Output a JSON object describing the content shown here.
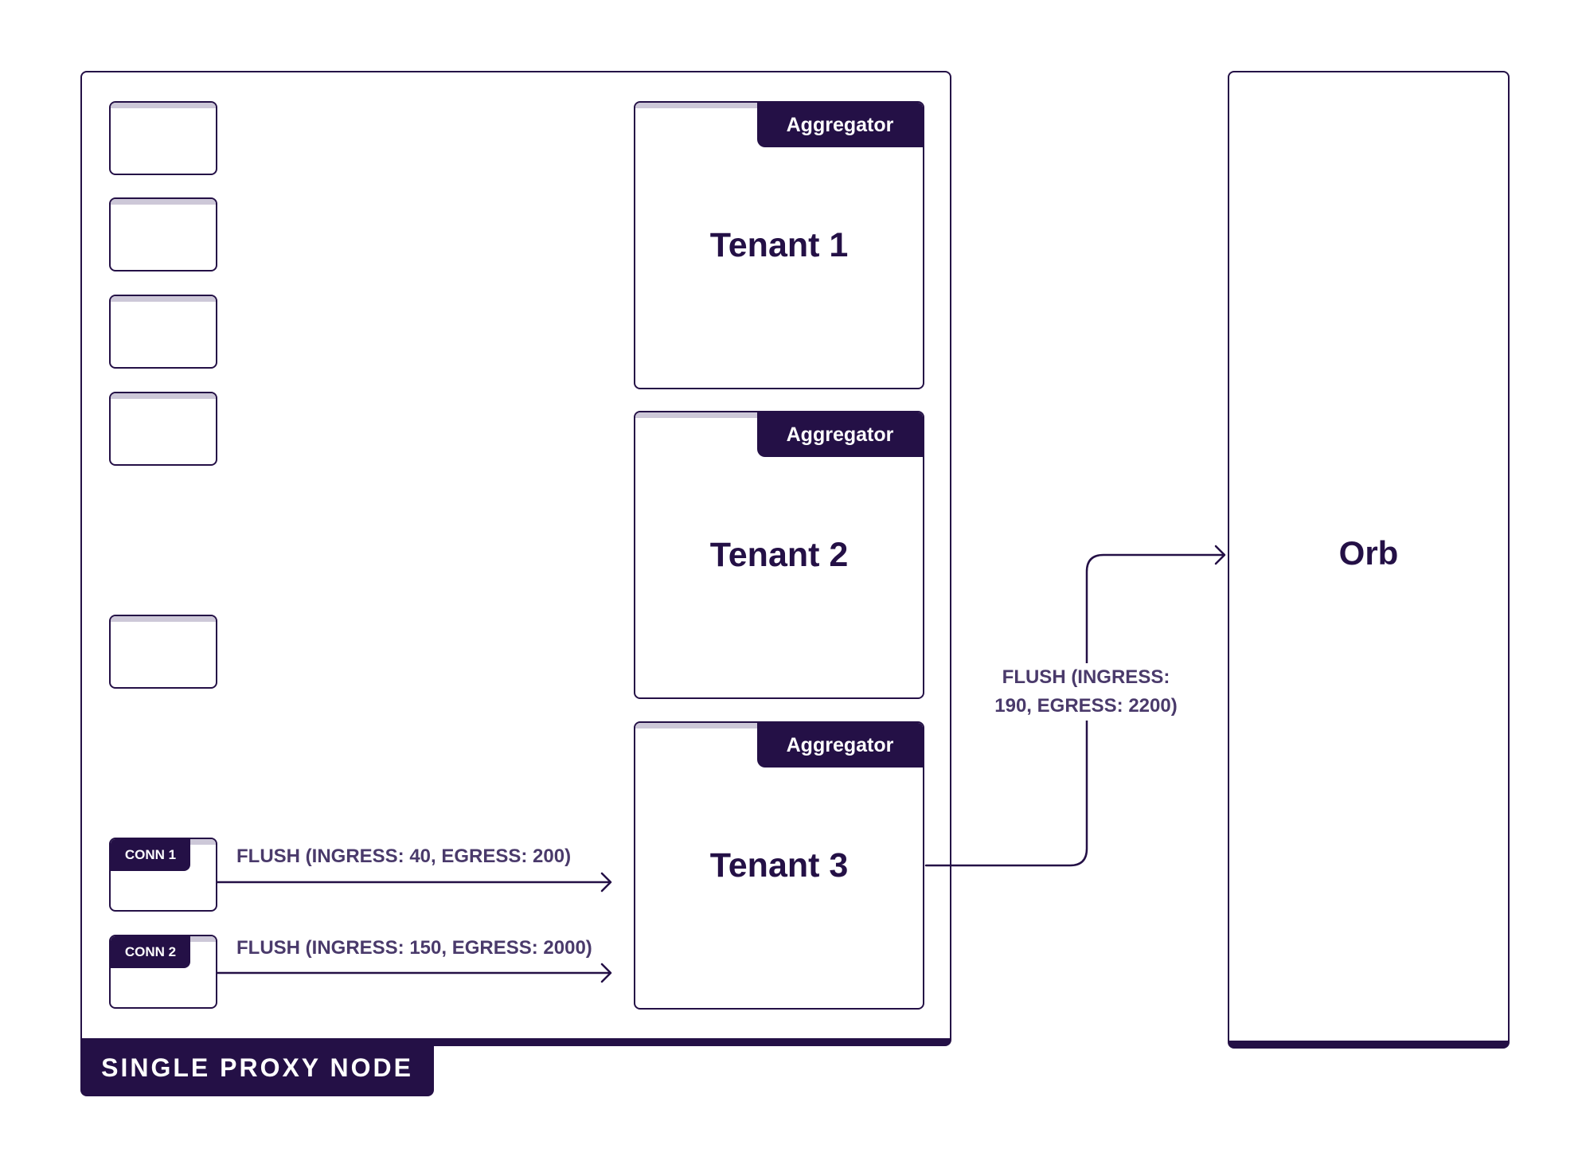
{
  "proxy_node": {
    "label": "SINGLE PROXY NODE"
  },
  "connections": [
    {
      "tag": ""
    },
    {
      "tag": ""
    },
    {
      "tag": ""
    },
    {
      "tag": ""
    },
    {
      "tag": ""
    },
    {
      "tag": "CONN 1",
      "flush": "FLUSH (INGRESS: 40, EGRESS: 200)"
    },
    {
      "tag": "CONN 2",
      "flush": "FLUSH (INGRESS: 150, EGRESS: 2000)"
    }
  ],
  "tenants": [
    {
      "name": "Tenant 1",
      "aggregator": "Aggregator"
    },
    {
      "name": "Tenant 2",
      "aggregator": "Aggregator"
    },
    {
      "name": "Tenant 3",
      "aggregator": "Aggregator"
    }
  ],
  "orb": {
    "label": "Orb"
  },
  "flush_to_orb": {
    "line1": "FLUSH (INGRESS:",
    "line2": "190, EGRESS: 2200)"
  },
  "colors": {
    "primary": "#241046",
    "light_bar": "#cdc8d8",
    "label_text": "#4a3a6b",
    "background": "#ffffff"
  }
}
